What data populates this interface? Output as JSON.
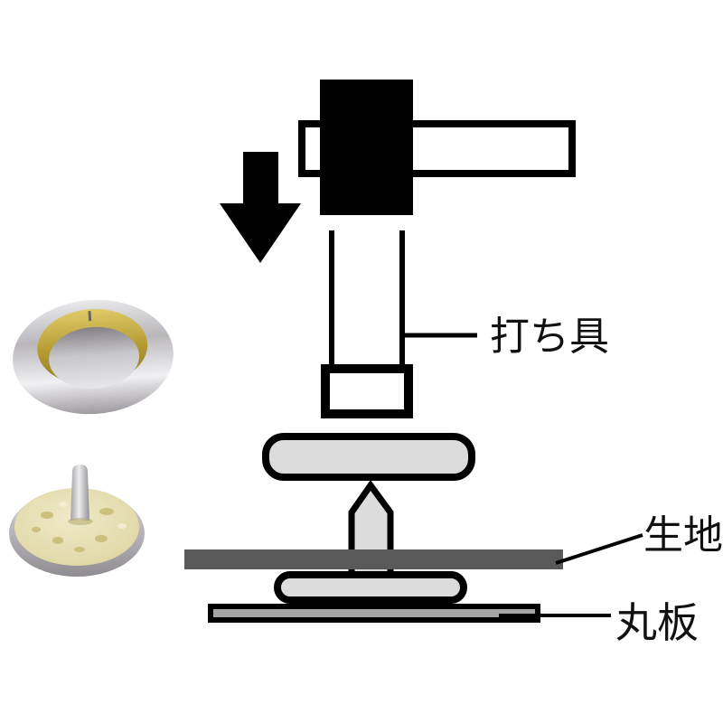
{
  "labels": {
    "punch_tool": "打ち具",
    "fabric": "生地",
    "round_plate": "丸板"
  },
  "colors": {
    "line": "#000000",
    "part_fill": "#dcdcdc",
    "hammer_fill": "#000000",
    "handle_fill": "#ffffff",
    "punch_tip_fill": "#ffffff",
    "fabric_fill": "#595959",
    "plate_fill": "#a6a6a6",
    "background": "#ffffff",
    "photo_gold": "#c2a845",
    "photo_cream": "#e6dfb4",
    "photo_silver": "#c7c6ca"
  }
}
